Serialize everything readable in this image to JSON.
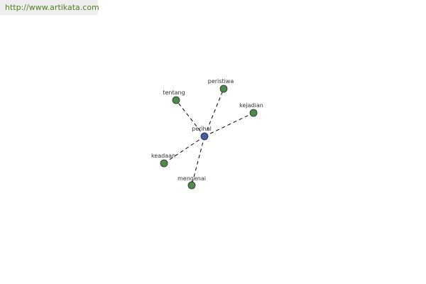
{
  "header": {
    "url": "http://www.artikata.com"
  },
  "diagram": {
    "center": {
      "label": "perihal",
      "color": "#4b5aa0"
    },
    "leaf_color": "#4e8a48",
    "edge_color": "#000000",
    "nodes": [
      {
        "label": "tentang"
      },
      {
        "label": "peristiwa"
      },
      {
        "label": "kejadian"
      },
      {
        "label": "keadaan"
      },
      {
        "label": "mengenai"
      }
    ]
  }
}
